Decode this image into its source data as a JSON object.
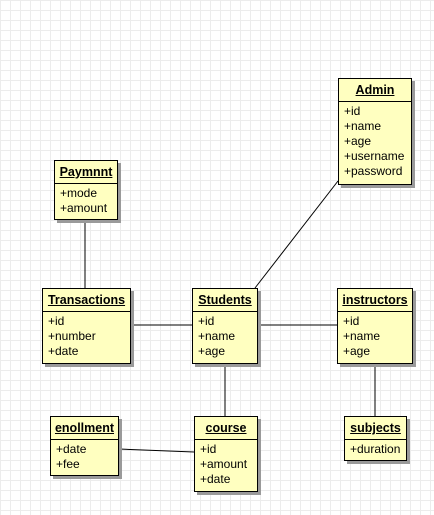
{
  "diagram": {
    "classes": [
      {
        "id": "payment",
        "name": "Paymnnt",
        "attributes": [
          "+mode",
          "+amount"
        ]
      },
      {
        "id": "admin",
        "name": "Admin",
        "attributes": [
          "+id",
          "+name",
          "+age",
          "+username",
          "+password"
        ]
      },
      {
        "id": "transactions",
        "name": "Transactions",
        "attributes": [
          "+id",
          "+number",
          "+date"
        ]
      },
      {
        "id": "students",
        "name": "Students",
        "attributes": [
          "+id",
          "+name",
          "+age"
        ]
      },
      {
        "id": "instructors",
        "name": "instructors",
        "attributes": [
          "+id",
          "+name",
          "+age"
        ]
      },
      {
        "id": "enrollment",
        "name": "enollment",
        "attributes": [
          "+date",
          "+fee"
        ]
      },
      {
        "id": "course",
        "name": "course",
        "attributes": [
          "+id",
          "+amount",
          "+date"
        ]
      },
      {
        "id": "subjects",
        "name": "subjects",
        "attributes": [
          "+duration"
        ]
      }
    ],
    "associations": [
      {
        "from": "payment",
        "to": "transactions"
      },
      {
        "from": "transactions",
        "to": "students"
      },
      {
        "from": "students",
        "to": "admin"
      },
      {
        "from": "students",
        "to": "instructors"
      },
      {
        "from": "students",
        "to": "course"
      },
      {
        "from": "enrollment",
        "to": "course"
      },
      {
        "from": "instructors",
        "to": "subjects"
      }
    ]
  },
  "colors": {
    "class_fill": "#ffffc0",
    "class_border": "#000000",
    "shadow": "#9a9a9a",
    "grid": "#ececec",
    "line": "#000000"
  }
}
